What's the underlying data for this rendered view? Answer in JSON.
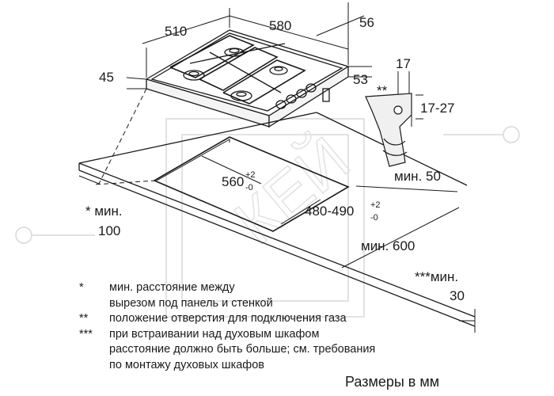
{
  "dimensions": {
    "width_510": "510",
    "depth_580": "580",
    "top_56": "56",
    "height_45": "45",
    "side_53": "53",
    "offset_17": "17",
    "range_17_27": "17-27",
    "gas_mark": "**",
    "cutout_width": "560",
    "cutout_width_tol_plus": "+2",
    "cutout_width_tol_minus": "-0",
    "cutout_depth": "480-490",
    "cutout_depth_tol_plus": "+2",
    "cutout_depth_tol_minus": "-0",
    "min_50": "мин. 50",
    "min_wall_mark": "* мин.",
    "min_wall_value": "100",
    "min_600": "мин. 600",
    "min_oven_mark": "***мин.",
    "min_oven_value": "30"
  },
  "watermark": "КЕЙ",
  "notes": [
    {
      "mark": "*",
      "lines": [
        "мин. расстояние между",
        "вырезом под панель и стенкой"
      ]
    },
    {
      "mark": "**",
      "lines": [
        "положение отверстия для подключения газа"
      ]
    },
    {
      "mark": "***",
      "lines": [
        "при встраивании над духовым шкафом",
        "расстояние должно быть больше; см. требования",
        "по монтажу духовых шкафов"
      ]
    }
  ],
  "units_label": "Размеры в мм"
}
